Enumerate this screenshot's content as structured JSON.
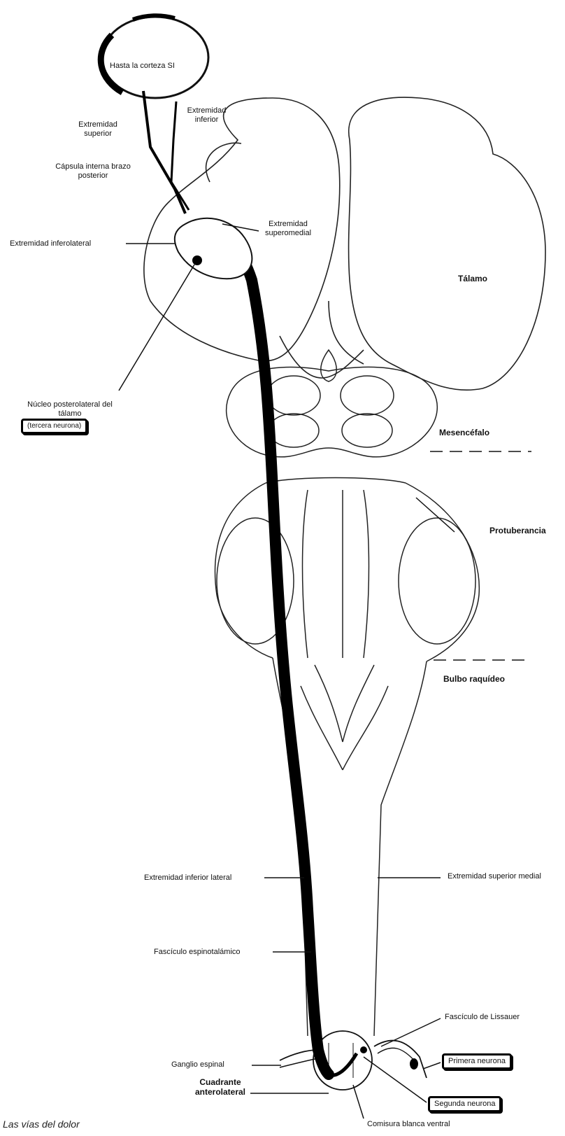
{
  "labels": {
    "cortex": "Hasta la corteza SI",
    "upper_limb": "Extremidad superior",
    "lower_limb": "Extremidad inferior",
    "internal_capsule": "Cápsula interna brazo posterior",
    "inferolateral": "Extremidad inferolateral",
    "superomedial": "Extremidad superomedial",
    "thalamus": "Tálamo",
    "thalamic_nucleus": "Núcleo posterolateral del tálamo",
    "third_neuron": "(tercera neurona)",
    "midbrain": "Mesencéfalo",
    "pons": "Protuberancia",
    "medulla": "Bulbo raquídeo",
    "lower_limb_lateral": "Extremidad inferior lateral",
    "upper_limb_medial": "Extremidad superior medial",
    "spinothalamic": "Fascículo espinotalámico",
    "lissauer": "Fascículo de Lissauer",
    "first_neuron": "Primera neurona",
    "spinal_ganglion": "Ganglio espinal",
    "anterolateral": "Cuadrante anterolateral",
    "second_neuron": "Segunda neurona",
    "ventral_commissure": "Comisura blanca ventral"
  },
  "caption": "Las vías del dolor"
}
